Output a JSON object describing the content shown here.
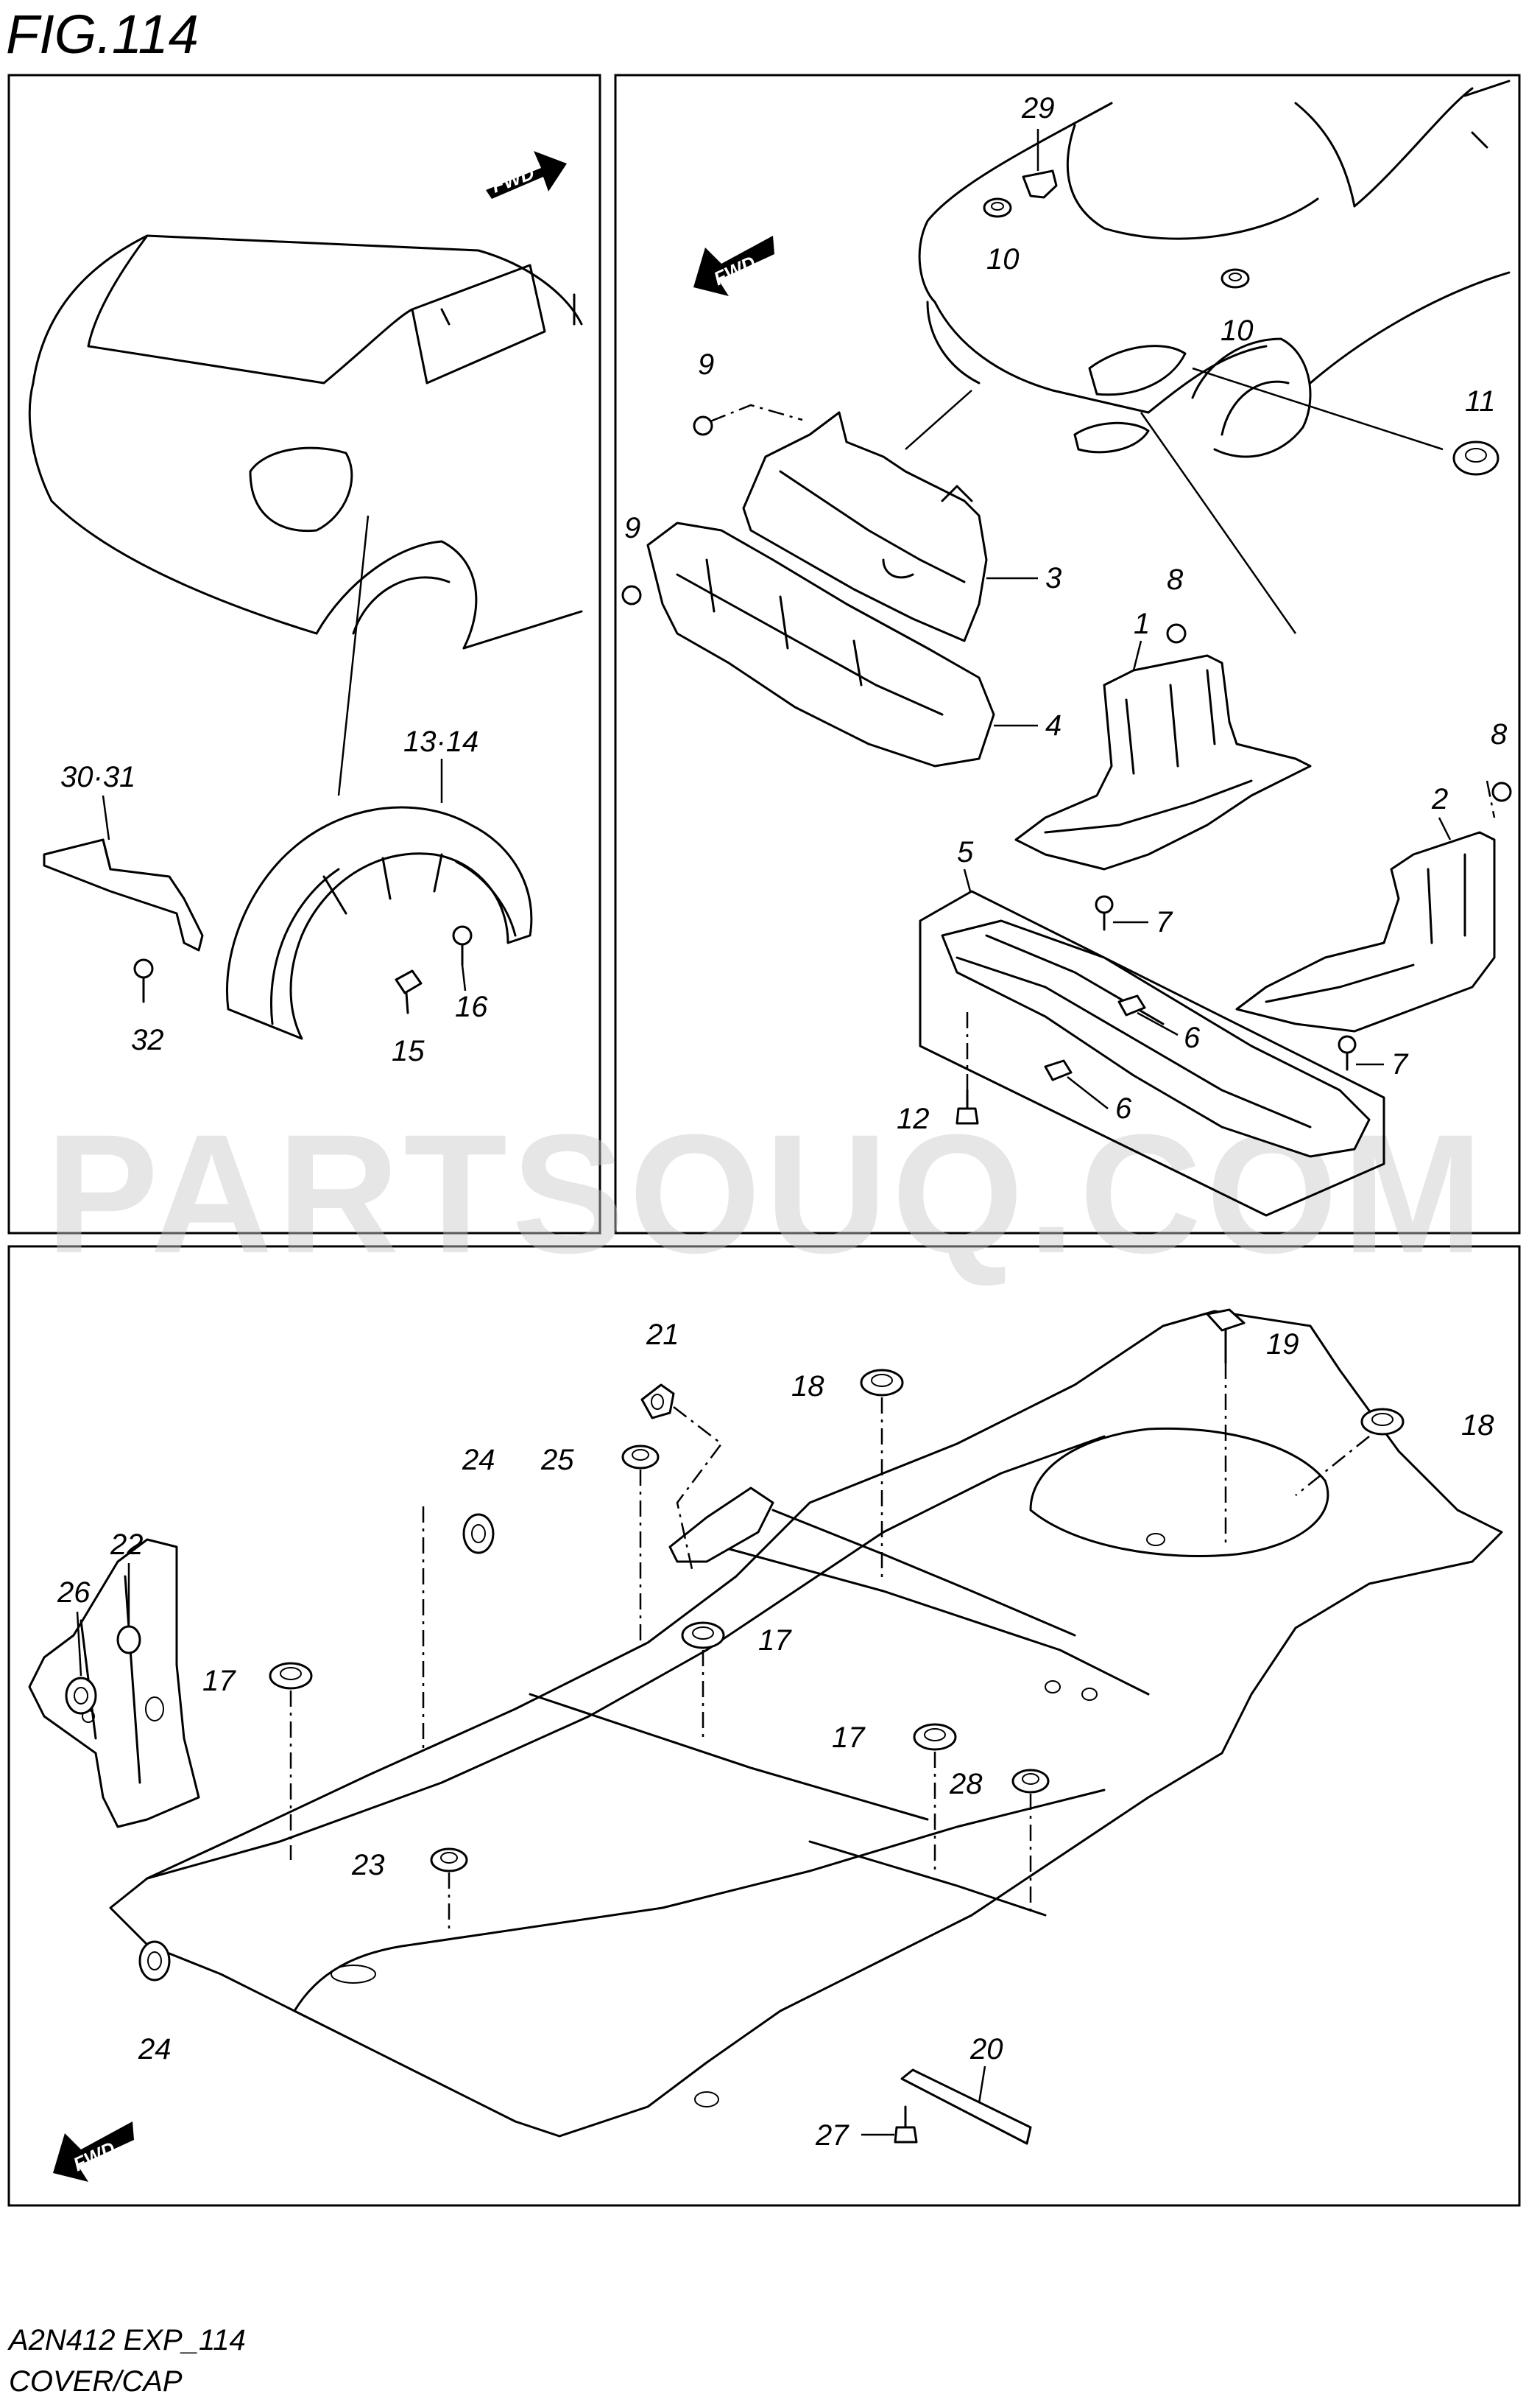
{
  "title": "FIG.114",
  "footer": {
    "code": "A2N412 EXP_114",
    "name": "COVER/CAP"
  },
  "watermark": "PARTSOUQ.COM",
  "fwd_label": "FWD",
  "colors": {
    "line": "#000000",
    "background": "#ffffff",
    "watermark": "#c8c8c8"
  },
  "callouts": {
    "p1": "1",
    "p2": "2",
    "p3": "3",
    "p4": "4",
    "p5": "5",
    "p6a": "6",
    "p6b": "6",
    "p7a": "7",
    "p7b": "7",
    "p8a": "8",
    "p8b": "8",
    "p9a": "9",
    "p9b": "9",
    "p10a": "10",
    "p10b": "10",
    "p11": "11",
    "p12": "12",
    "p13_14": "13·14",
    "p15": "15",
    "p16": "16",
    "p17a": "17",
    "p17b": "17",
    "p17c": "17",
    "p18a": "18",
    "p18b": "18",
    "p19": "19",
    "p20": "20",
    "p21": "21",
    "p22": "22",
    "p23": "23",
    "p24a": "24",
    "p24b": "24",
    "p25": "25",
    "p26": "26",
    "p27": "27",
    "p28": "28",
    "p29": "29",
    "p30_31": "30·31",
    "p32": "32"
  }
}
